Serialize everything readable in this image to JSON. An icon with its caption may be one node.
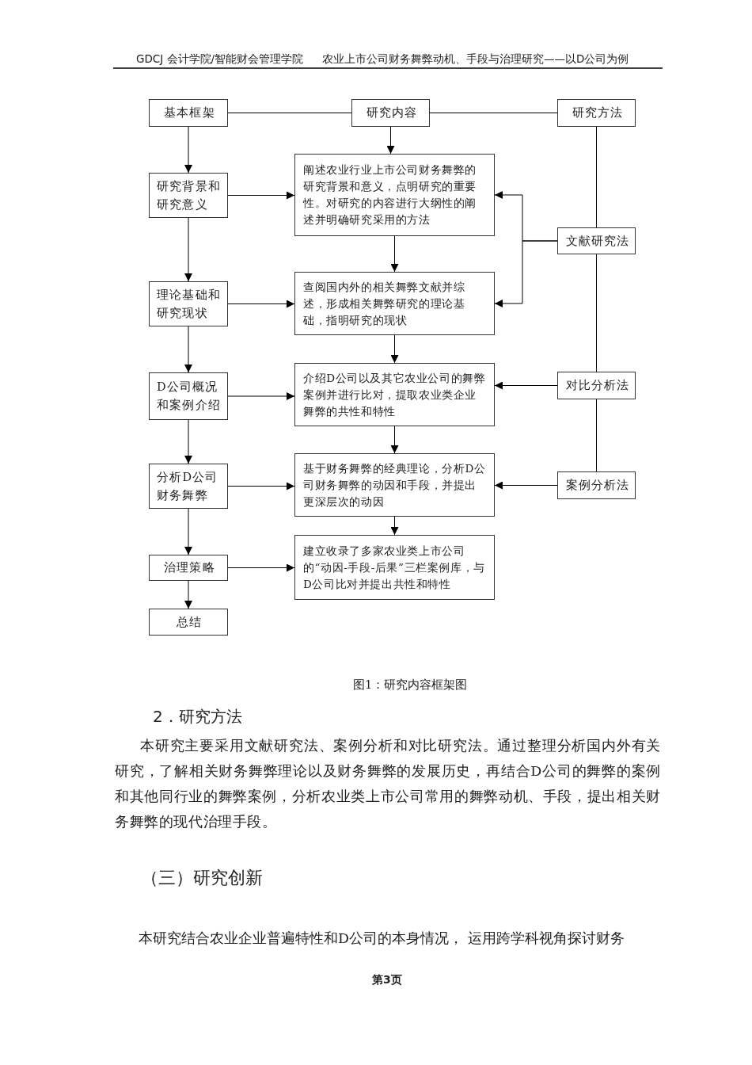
{
  "diagram": {
    "nodes": [
      {
        "text": [
          "基本框架"
        ]
      },
      {
        "text": [
          "研究内容"
        ]
      },
      {
        "text": [
          "研究方法"
        ]
      },
      {
        "text": [
          "研究背景和研究意义"
        ]
      },
      {
        "text": [
          "阐述农业行业上市公司财务舞弊的研究背景和意义，点明研究的重要性。对研究的内容进行大纲性的阐述并明确研究采用的方法"
        ]
      },
      {
        "text": [
          "文献研究法"
        ]
      },
      {
        "text": [
          "理论基础和研究现状"
        ]
      },
      {
        "text": [
          "查阅国内外的相关舞弊文献并综述，形成相关舞弊研究的理论基础，指明研究的现状"
        ]
      },
      {
        "text": [
          "D公司概况和案例介绍"
        ]
      },
      {
        "text": [
          "介绍D公司以及其它农业公司的舞弊案例并进行比对，提取农业类企业舞弊的共性和特性"
        ]
      },
      {
        "text": [
          "对比分析法"
        ]
      },
      {
        "text": [
          "分析D公司财务舞弊"
        ]
      },
      {
        "text": [
          "基于财务舞弊的经典理论，分析D公司财务舞弊的动因和手段，并提出更深层次的动因"
        ]
      },
      {
        "text": [
          "案例分析法"
        ]
      },
      {
        "text": [
          "治理策略"
        ]
      },
      {
        "text": [
          "建立收录了多家农业类上市公司的“动因-手段-后果”三栏案例库，与D公司比对并提出共性和特性"
        ]
      },
      {
        "text": [
          "总结"
        ]
      }
    ],
    "edges": [
      {
        "from": 0,
        "to": 1,
        "arrow": "none"
      },
      {
        "from": 1,
        "to": 2,
        "arrow": "none"
      },
      {
        "from": 0,
        "to": 3,
        "arrow": "to"
      },
      {
        "from": 3,
        "to": 6,
        "arrow": "to"
      },
      {
        "from": 6,
        "to": 8,
        "arrow": "to"
      },
      {
        "from": 8,
        "to": 11,
        "arrow": "to"
      },
      {
        "from": 11,
        "to": 14,
        "arrow": "to"
      },
      {
        "from": 14,
        "to": 16,
        "arrow": "to"
      },
      {
        "from": 1,
        "to": 4,
        "arrow": "to"
      },
      {
        "from": 4,
        "to": 7,
        "arrow": "to"
      },
      {
        "from": 7,
        "to": 9,
        "arrow": "to"
      },
      {
        "from": 9,
        "to": 12,
        "arrow": "to"
      },
      {
        "from": 12,
        "to": 15,
        "arrow": "to"
      },
      {
        "from": 3,
        "to": 4,
        "arrow": "to"
      },
      {
        "from": 6,
        "to": 7,
        "arrow": "to"
      },
      {
        "from": 8,
        "to": 9,
        "arrow": "to"
      },
      {
        "from": 11,
        "to": 12,
        "arrow": "to"
      },
      {
        "from": 14,
        "to": 15,
        "arrow": "to"
      },
      {
        "from": 5,
        "to": 4,
        "arrow": "to"
      },
      {
        "from": 5,
        "to": 7,
        "arrow": "to"
      },
      {
        "from": 10,
        "to": 9,
        "arrow": "to"
      },
      {
        "from": 13,
        "to": 12,
        "arrow": "to"
      },
      {
        "from": 2,
        "to": 5,
        "arrow": "none"
      },
      {
        "from": 5,
        "to": 10,
        "arrow": "none"
      },
      {
        "from": 10,
        "to": 13,
        "arrow": "none"
      }
    ],
    "labels": [
      "GDCJ 会计学院/智能财会管理学院",
      "农业上市公司财务舞弊动机、手段与治理研究——以D公司为例",
      "图1：研究内容框架图",
      "2．研究方法",
      "本研究主要采用文献研究法、案例分析和对比研究法。通过整理分析国内外有关研究，了解相关财务舞弊理论以及财务舞弊的发展历史，再结合D公司的舞弊的案例和其他同行业的舞弊案例，分析农业类上市公司常用的舞弊动机、手段，提出相关财务舞弊的现代治理手段。",
      "（三）研究创新",
      "本研究结合农业企业普遍特性和D公司的本身情况， 运用跨学科视角探讨财务",
      "第3页"
    ]
  }
}
